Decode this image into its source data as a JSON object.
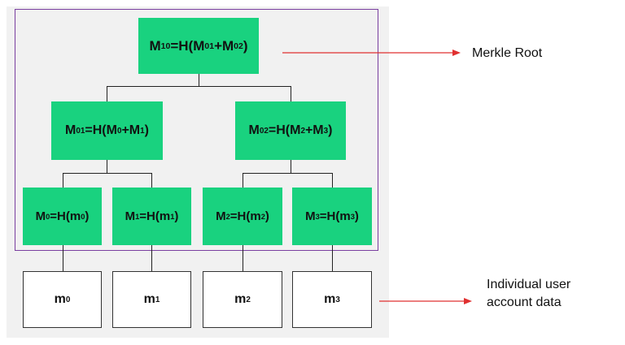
{
  "tree": {
    "root": {
      "main": "M",
      "sub": "10",
      "eq": "=H(M",
      "a": "01",
      "plus": "+M",
      "b": "02",
      "close": ")"
    },
    "mid": [
      {
        "main": "M",
        "sub": "01",
        "eq": "=H(M",
        "a": "0",
        "plus": "+M",
        "b": "1",
        "close": ")"
      },
      {
        "main": "M",
        "sub": "02",
        "eq": "=H(M",
        "a": "2",
        "plus": "+M",
        "b": "3",
        "close": ")"
      }
    ],
    "leaves": [
      {
        "main": "M",
        "sub": "0",
        "eq": "=H(m",
        "a": "0",
        "close": ")"
      },
      {
        "main": "M",
        "sub": "1",
        "eq": "=H(m",
        "a": "1",
        "close": ")"
      },
      {
        "main": "M",
        "sub": "2",
        "eq": "=H(m",
        "a": "2",
        "close": ")"
      },
      {
        "main": "M",
        "sub": "3",
        "eq": "=H(m",
        "a": "3",
        "close": ")"
      }
    ],
    "data": [
      {
        "main": "m",
        "sub": "0"
      },
      {
        "main": "m",
        "sub": "1"
      },
      {
        "main": "m",
        "sub": "2"
      },
      {
        "main": "m",
        "sub": "3"
      }
    ]
  },
  "labels": {
    "root_label": "Merkle Root",
    "data_label_line1": "Individual user",
    "data_label_line2": "account data"
  },
  "colors": {
    "node_fill": "#19d27f",
    "frame": "#7a3fa0",
    "arrow": "#e03030"
  }
}
